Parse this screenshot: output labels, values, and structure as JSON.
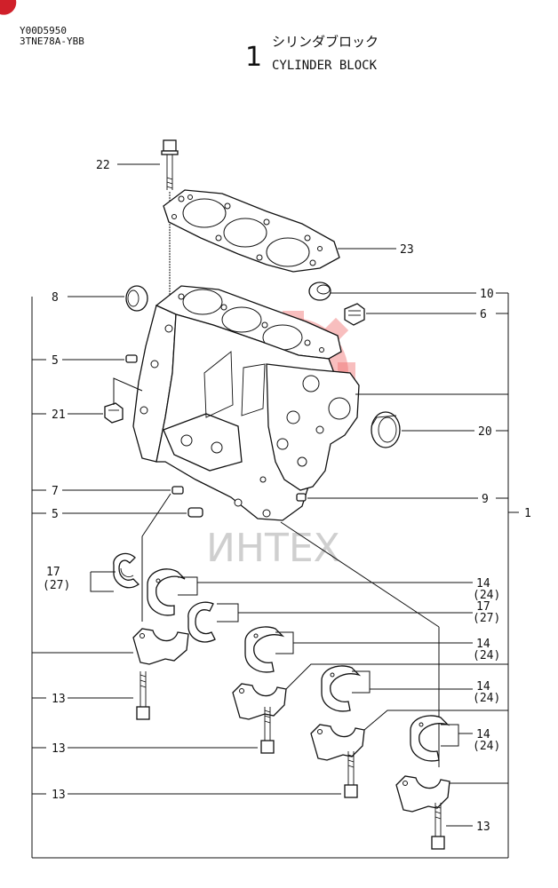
{
  "header": {
    "code": "Y00D5950",
    "model": "3TNE78A-YBB",
    "section_number": "1",
    "title_jp": "シリンダブロック",
    "title_en": "CYLINDER BLOCK"
  },
  "watermark": {
    "text": "ИНТЕХ",
    "color": "#ef6f6f"
  },
  "callouts": {
    "c22": "22",
    "c23": "23",
    "c8": "8",
    "c10": "10",
    "c6": "6",
    "c5a": "5",
    "c21": "21",
    "c20": "20",
    "c7": "7",
    "c9": "9",
    "c5b": "5",
    "c1": "1",
    "c17a": "17",
    "c17a_alt": "(27)",
    "c14a": "14",
    "c14a_alt": "(24)",
    "c17b": "17",
    "c17b_alt": "(27)",
    "c14b": "14",
    "c14b_alt": "(24)",
    "c14c": "14",
    "c14c_alt": "(24)",
    "c14d": "14",
    "c14d_alt": "(24)",
    "c13a": "13",
    "c13b": "13",
    "c13c": "13",
    "c13d": "13"
  }
}
